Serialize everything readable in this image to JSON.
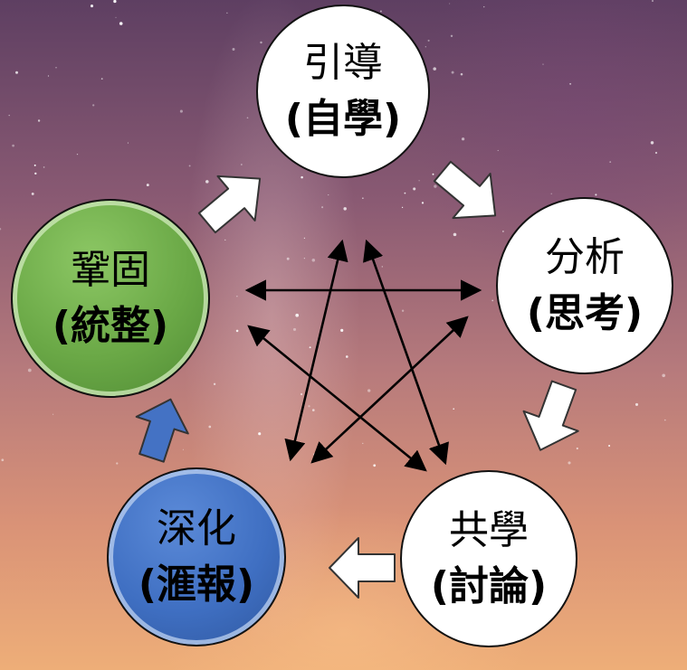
{
  "diagram": {
    "nodes": [
      {
        "id": "lead",
        "label": "引導",
        "sub": "(自學)"
      },
      {
        "id": "analyze",
        "label": "分析",
        "sub": "(思考)"
      },
      {
        "id": "co_learn",
        "label": "共學",
        "sub": "(討論)"
      },
      {
        "id": "deepen",
        "label": "深化",
        "sub": "(滙報)"
      },
      {
        "id": "consolidate",
        "label": "鞏固",
        "sub": "(統整)"
      }
    ],
    "cycle": [
      "lead",
      "analyze",
      "co_learn",
      "deepen",
      "consolidate",
      "lead"
    ],
    "colors": {
      "lead": "#ffffff",
      "analyze": "#ffffff",
      "co_learn": "#ffffff",
      "deepen": "#4472c4",
      "consolidate": "#70ad47",
      "arrow_fill_default": "#ffffff",
      "arrow_fill_deepen": "#4472c4",
      "connector": "#000000"
    }
  }
}
